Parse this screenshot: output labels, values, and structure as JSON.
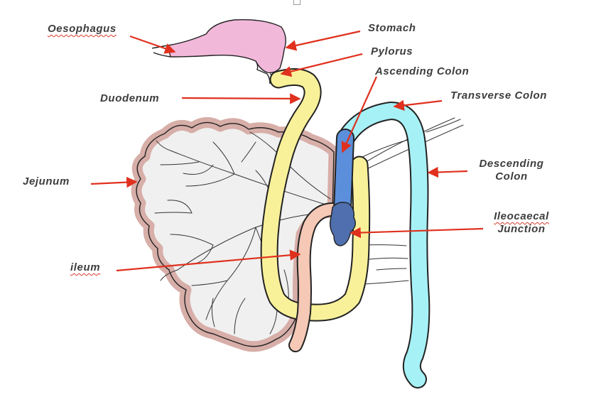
{
  "diagram": {
    "labels": {
      "oesophagus": "Oesophagus",
      "stomach": "Stomach",
      "pylorus": "Pylorus",
      "ascending_colon": "Ascending Colon",
      "duodenum": "Duodenum",
      "transverse_colon": "Transverse Colon",
      "jejunum": "Jejunum",
      "descending_colon_line1": "Descending",
      "descending_colon_line2": "Colon",
      "ileocaecal_line1": "Ileocaecal",
      "ileocaecal_line2": "Junction",
      "ileum": "ileum"
    },
    "colors": {
      "stomach": "#f2b8da",
      "duodenum": "#f9f19a",
      "ascending_colon": "#5b8fdc",
      "transverse_descending_colon": "#a6f1f6",
      "mesentery": "#dcb6b0",
      "ileum": "#f6c8b6",
      "arrow": "#e0301e",
      "label_text": "#3d3d3d"
    }
  }
}
